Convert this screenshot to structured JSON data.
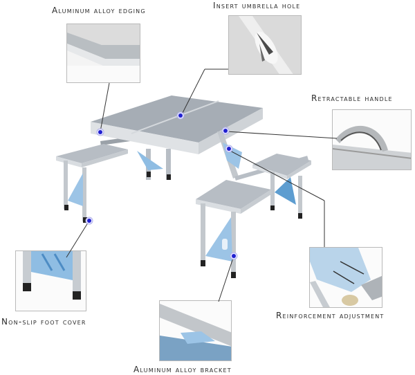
{
  "diagram": {
    "subject": "Folding aluminum picnic table with four attached seats",
    "colors": {
      "aluminum": "#a9b0b8",
      "aluminum_dark": "#8f969e",
      "bracket_blue": "#9cc4e6",
      "marker_blue": "#2020d0",
      "leader_line": "#333333",
      "inset_border": "#b9b9b9",
      "label_text": "#2a2a2a"
    },
    "callouts": [
      {
        "id": "edging",
        "label": "Aluminum alloy edging"
      },
      {
        "id": "umbrella",
        "label": "Insert umbrella hole"
      },
      {
        "id": "handle",
        "label": "Retractable handle"
      },
      {
        "id": "foot",
        "label": "Non-slip foot cover"
      },
      {
        "id": "reinforcement",
        "label": "Reinforcement adjustment"
      },
      {
        "id": "bracket",
        "label": "Aluminum alloy bracket"
      }
    ]
  }
}
